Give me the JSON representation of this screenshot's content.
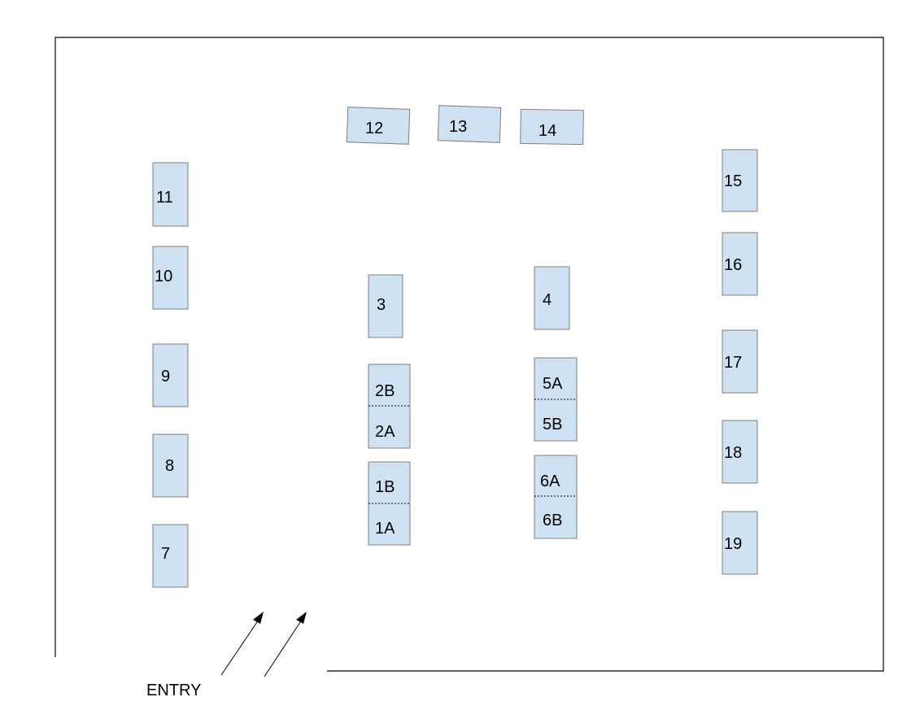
{
  "tables": {
    "t1B": "1B",
    "t1A": "1A",
    "t2B": "2B",
    "t2A": "2A",
    "t3": "3",
    "t4": "4",
    "t5A": "5A",
    "t5B": "5B",
    "t6A": "6A",
    "t6B": "6B",
    "t7": "7",
    "t8": "8",
    "t9": "9",
    "t10": "10",
    "t11": "11",
    "t12": "12",
    "t13": "13",
    "t14": "14",
    "t15": "15",
    "t16": "16",
    "t17": "17",
    "t18": "18",
    "t19": "19"
  },
  "entry_label": "ENTRY",
  "colors": {
    "table_fill": "#cfe2f3",
    "table_stroke": "#7f7f7f",
    "wall": "#000000"
  }
}
